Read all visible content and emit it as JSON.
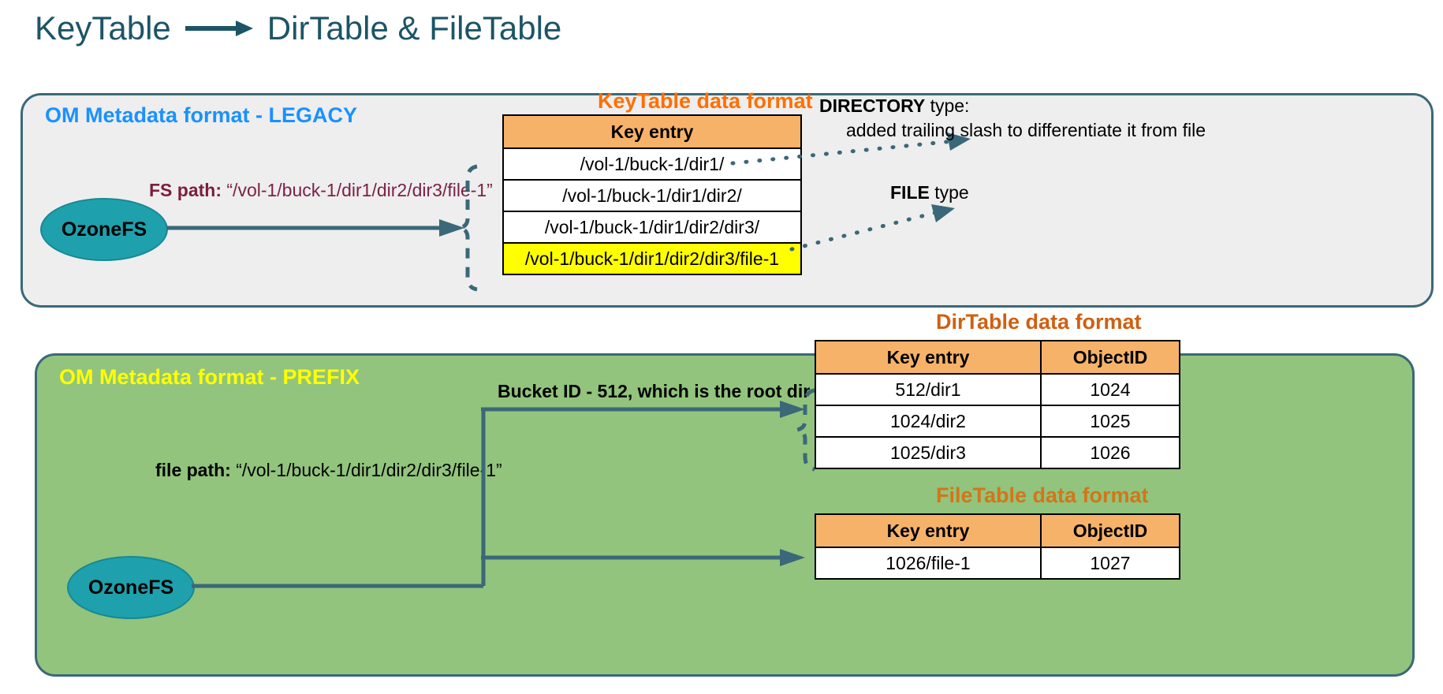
{
  "title": {
    "left": "KeyTable",
    "arrow": "right-arrow",
    "right": "DirTable & FileTable"
  },
  "colors": {
    "title": "#1c5566",
    "legacy_panel_bg": "#eeeeee",
    "prefix_panel_bg": "#92c47d",
    "panel_border": "#3b6878",
    "legacy_title": "#1a91ff",
    "prefix_title": "#ffff00",
    "table_header": "#f7b26a",
    "highlight_row": "#ffff00",
    "keytable_caption": "#ff6f00",
    "dirtable_caption": "#cf6012",
    "filetable_caption": "#d2761a",
    "ozone_fill": "#1fa0ad",
    "fs_path_text": "#7b2246",
    "connector": "#3b6878"
  },
  "legacy": {
    "panel_title": "OM Metadata format - LEGACY",
    "ozone_label": "OzoneFS",
    "path_label": "FS path:",
    "path_value": "“/vol-1/buck-1/dir1/dir2/dir3/file-1”",
    "table_caption": "KeyTable data format",
    "table": {
      "headers": [
        "Key entry"
      ],
      "rows": [
        {
          "key": "/vol-1/buck-1/dir1/",
          "highlight": false
        },
        {
          "key": "/vol-1/buck-1/dir1/dir2/",
          "highlight": false
        },
        {
          "key": "/vol-1/buck-1/dir1/dir2/dir3/",
          "highlight": false
        },
        {
          "key": "/vol-1/buck-1/dir1/dir2/dir3/file-1",
          "highlight": true
        }
      ]
    },
    "annotations": {
      "directory_bold": "DIRECTORY",
      "directory_rest": " type:",
      "directory_detail": "added trailing slash to differentiate it from file",
      "file_bold": "FILE",
      "file_rest": " type"
    }
  },
  "prefix": {
    "panel_title": "OM Metadata format - PREFIX",
    "ozone_label": "OzoneFS",
    "path_label": "file path:",
    "path_value": "“/vol-1/buck-1/dir1/dir2/dir3/file-1”",
    "bucket_note": "Bucket ID - 512, which is the root dir",
    "dirtable": {
      "caption": "DirTable data format",
      "headers": [
        "Key entry",
        "ObjectID"
      ],
      "rows": [
        [
          "512/dir1",
          "1024"
        ],
        [
          "1024/dir2",
          "1025"
        ],
        [
          "1025/dir3",
          "1026"
        ]
      ]
    },
    "filetable": {
      "caption": "FileTable data format",
      "headers": [
        "Key entry",
        "ObjectID"
      ],
      "rows": [
        [
          "1026/file-1",
          "1027"
        ]
      ]
    }
  }
}
